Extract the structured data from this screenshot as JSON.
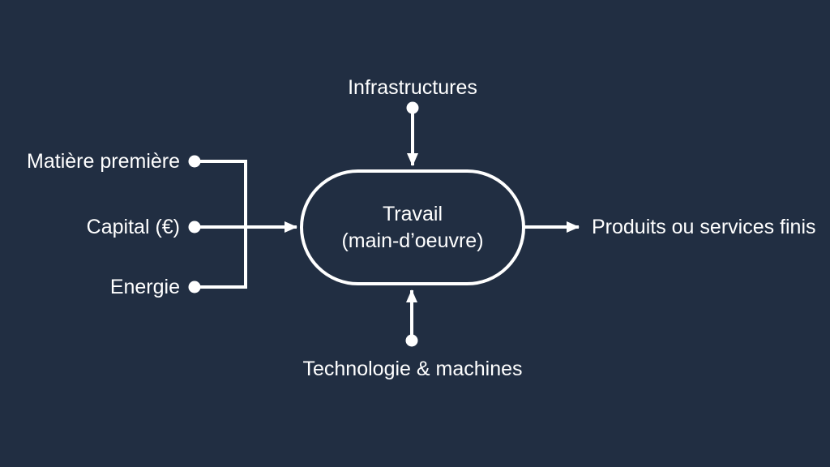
{
  "canvas": {
    "background_color": "#212e42",
    "stroke_color": "#ffffff",
    "text_color": "#ffffff"
  },
  "diagram": {
    "center_node": {
      "line1": "Travail",
      "line2": "(main-d’oeuvre)"
    },
    "top_input": "Infrastructures",
    "bottom_input": "Technologie & machines",
    "left_inputs": [
      "Matière première",
      "Capital (€)",
      "Energie"
    ],
    "output": "Produits ou services finis"
  }
}
